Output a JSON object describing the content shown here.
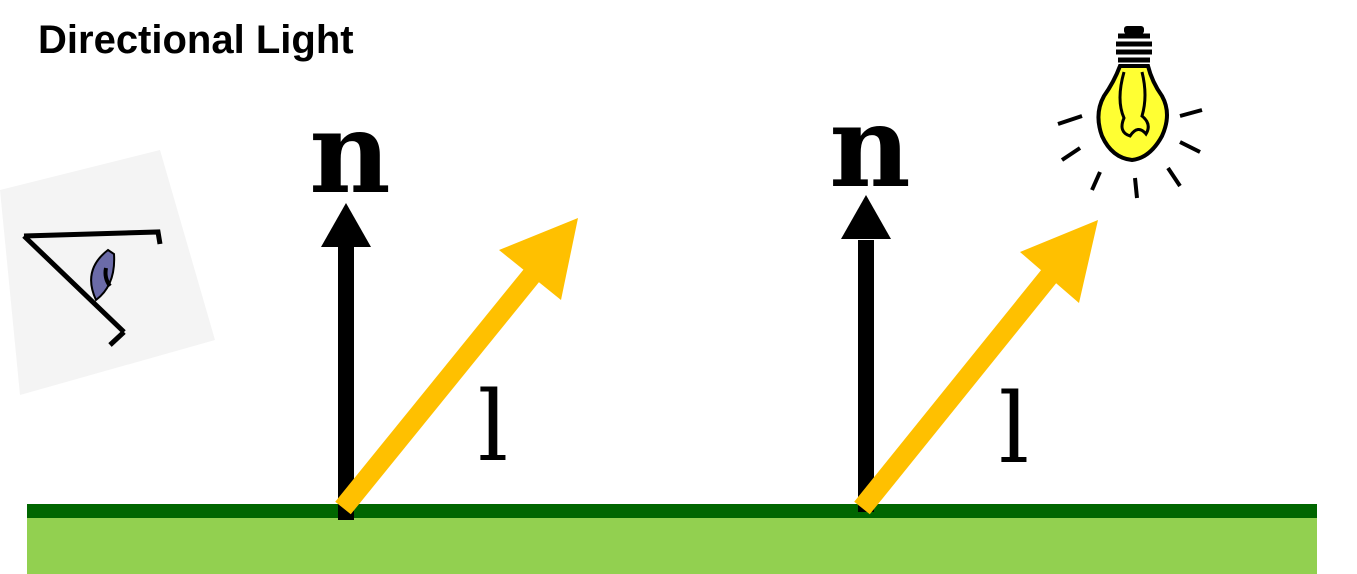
{
  "title": "Directional Light",
  "labels": {
    "normal_left": "n",
    "light_left": "l",
    "normal_right": "n",
    "light_right": "l"
  },
  "colors": {
    "ground_top": "#006600",
    "ground_fill": "#92d050",
    "normal_arrow": "#000000",
    "light_arrow": "#ffc000",
    "bulb_yellow": "#ffff33",
    "eye_iris": "#6b6ba8"
  },
  "icons": {
    "viewer": "eye-icon",
    "light_source": "light-bulb-icon"
  }
}
